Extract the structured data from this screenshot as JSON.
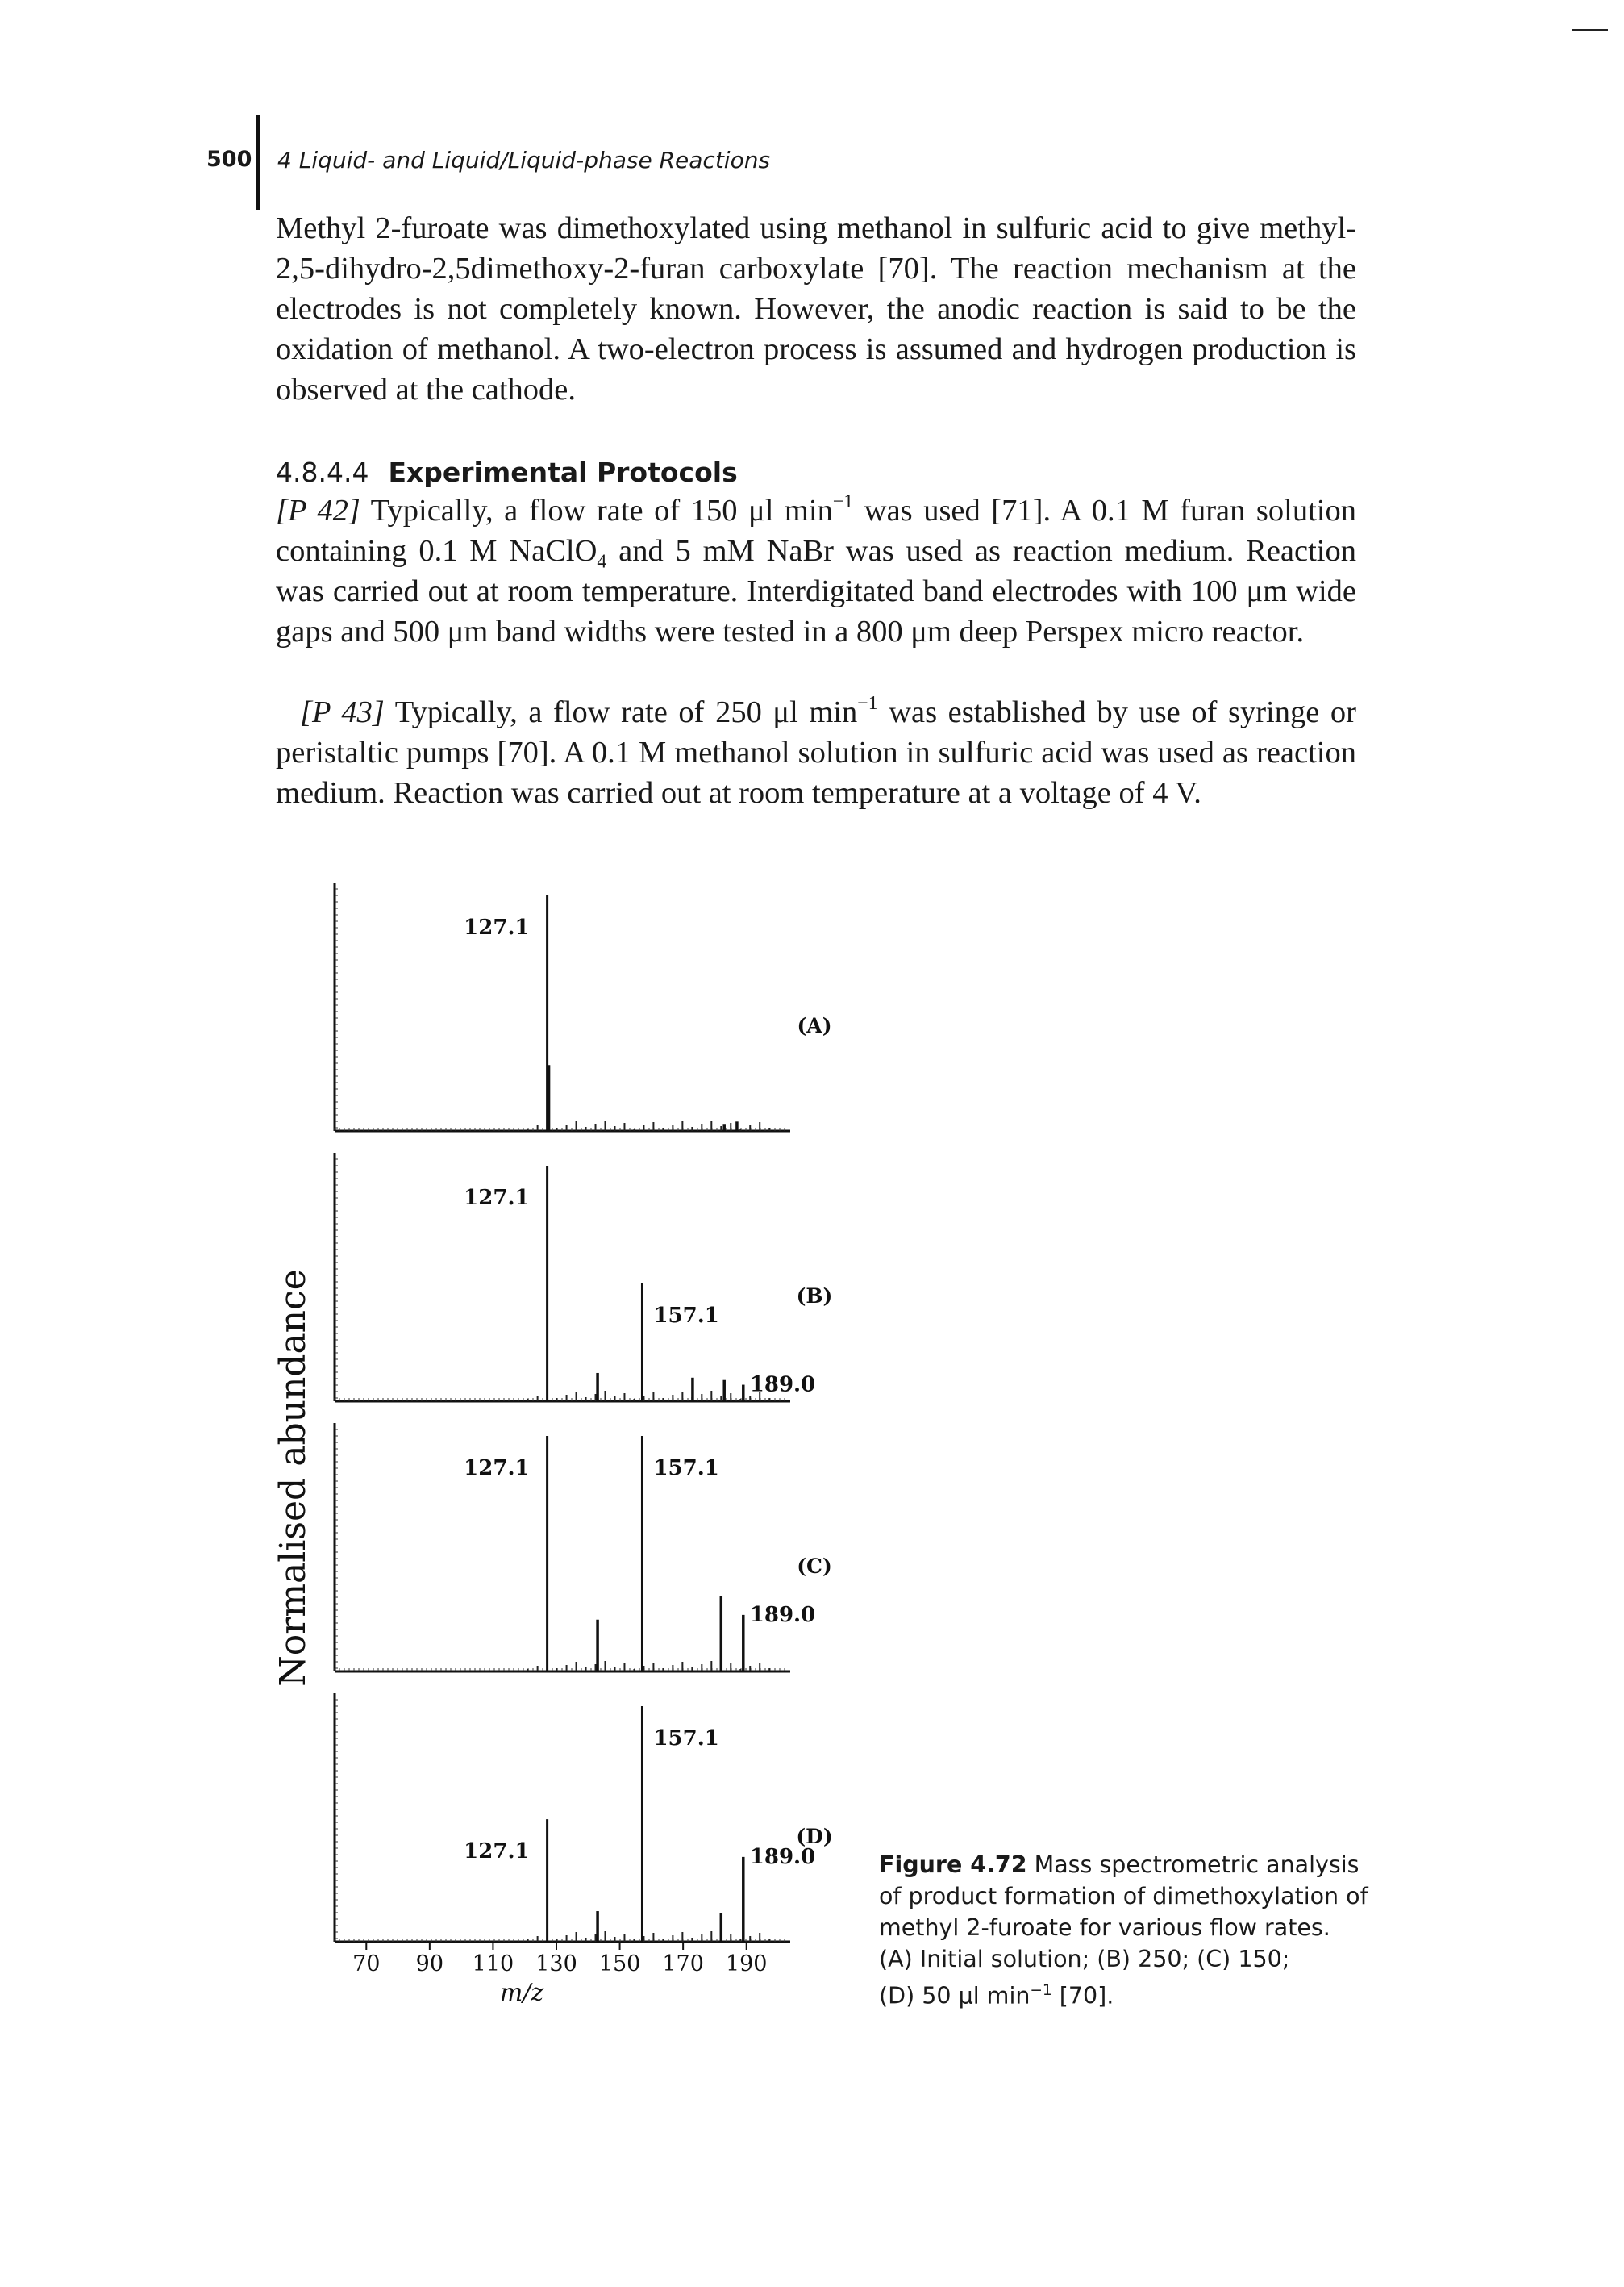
{
  "header": {
    "page_number": "500",
    "running_head": "4 Liquid- and Liquid/Liquid-phase Reactions"
  },
  "paragraph_1": "Methyl 2-furoate was dimethoxylated using methanol in sulfuric acid to give methyl-2,5-dihydro-2,5dimethoxy-2-furan carboxylate [70]. The reaction mechanism at the electrodes is not completely known. However, the anodic reaction is said to be the oxidation of methanol. A two-electron process is assumed and hydrogen production is observed at the cathode.",
  "section": {
    "number": "4.8.4.4",
    "title": "Experimental Protocols"
  },
  "protocol_42": {
    "ref": "[P 42]",
    "t1": " Typically, a flow rate of 150 μl min",
    "sup1": "−1",
    "t2": " was used [71]. A 0.1 M furan solution containing 0.1 M NaClO",
    "sub1": "4",
    "t3": " and 5 mM NaBr was used as reaction medium. Reaction was carried out at room temperature. Interdigitated band electrodes with 100 μm wide gaps and 500 μm band widths were tested in a 800 μm deep Perspex micro reactor."
  },
  "protocol_43": {
    "ref": "[P 43]",
    "t1": " Typically, a flow rate of 250 μl min",
    "sup1": "−1",
    "t2": " was established by use of syringe or peristaltic pumps [70]. A 0.1 M methanol solution in sulfuric acid was used as reaction medium. Reaction was carried out at room temperature at a voltage of 4 V."
  },
  "figure": {
    "caption_lead": "Figure 4.72",
    "caption_l1": " Mass spectrometric analysis",
    "caption_l2": "of product formation of dimethoxylation of",
    "caption_l3": "methyl 2-furoate for various flow rates.",
    "caption_l4": "(A) Initial solution; (B) 250; (C) 150;",
    "caption_l5a": "(D) 50 μl min",
    "caption_l5sup": "−1",
    "caption_l5b": " [70]."
  },
  "chart_data": {
    "type": "mass-spectrum",
    "ylabel": "Normalised abundance",
    "xlabel": "m/z",
    "xlim": [
      60,
      200
    ],
    "xticks": [
      "70",
      "90",
      "110",
      "130",
      "150",
      "170",
      "190"
    ],
    "panels": [
      {
        "tag": "(A)",
        "peaks": [
          {
            "mz": 127.1,
            "rel": 1.0,
            "label": "127.1"
          },
          {
            "mz": 127.6,
            "rel": 0.28
          },
          {
            "mz": 183,
            "rel": 0.03
          },
          {
            "mz": 187,
            "rel": 0.04
          }
        ]
      },
      {
        "tag": "(B)",
        "peaks": [
          {
            "mz": 127.1,
            "rel": 1.0,
            "label": "127.1"
          },
          {
            "mz": 143,
            "rel": 0.12
          },
          {
            "mz": 157.1,
            "rel": 0.5,
            "label": "157.1"
          },
          {
            "mz": 173,
            "rel": 0.1
          },
          {
            "mz": 183,
            "rel": 0.09
          },
          {
            "mz": 189.0,
            "rel": 0.07,
            "label": "189.0"
          }
        ]
      },
      {
        "tag": "(C)",
        "peaks": [
          {
            "mz": 127.1,
            "rel": 1.0,
            "label": "127.1"
          },
          {
            "mz": 143,
            "rel": 0.22
          },
          {
            "mz": 157.1,
            "rel": 1.0,
            "label": "157.1"
          },
          {
            "mz": 182,
            "rel": 0.32
          },
          {
            "mz": 189.0,
            "rel": 0.24,
            "label": "189.0"
          }
        ]
      },
      {
        "tag": "(D)",
        "peaks": [
          {
            "mz": 127.1,
            "rel": 0.52,
            "label": "127.1"
          },
          {
            "mz": 143,
            "rel": 0.13
          },
          {
            "mz": 157.1,
            "rel": 1.0,
            "label": "157.1"
          },
          {
            "mz": 182,
            "rel": 0.12
          },
          {
            "mz": 189.0,
            "rel": 0.36,
            "label": "189.0"
          }
        ]
      }
    ]
  }
}
